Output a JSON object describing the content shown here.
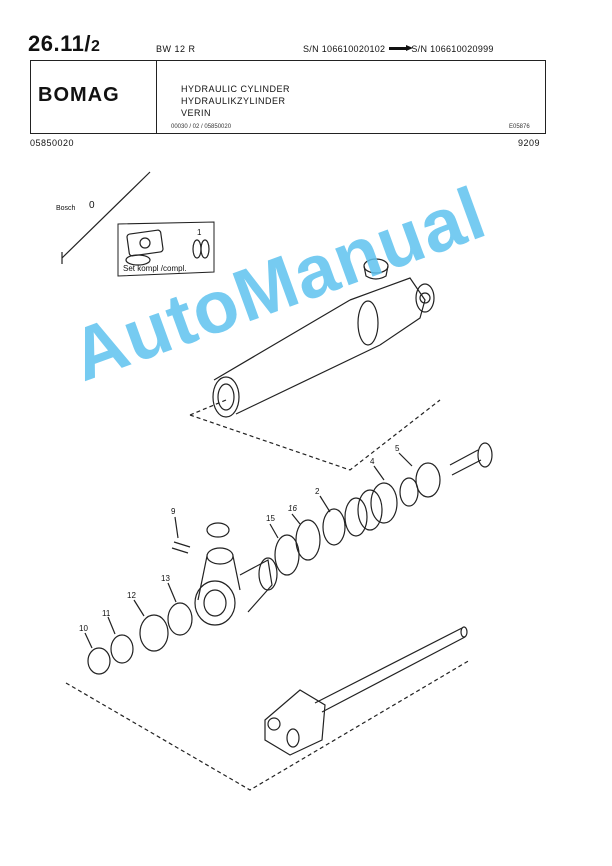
{
  "page_number": "26.11/",
  "page_number_sub": "2",
  "model": "BW 12 R",
  "serial_from": "S/N 106610020102",
  "serial_to": "S/N 106610020999",
  "brand": "BOMAG",
  "titles": [
    "HYDRAULIC CYLINDER",
    "HYDRAULIKZYLINDER",
    "VERIN"
  ],
  "ref_code": "00030 / 02 / 05850020",
  "drawing_code": "E05876",
  "doc_number": "05850020",
  "date_code": "9209",
  "bosch_label": "Bosch",
  "bosch_value": "0",
  "set_label": "Set kompl /compl.",
  "set_item": "1",
  "parts": [
    "2",
    "4",
    "5",
    "9",
    "10",
    "11",
    "12",
    "13",
    "15",
    "16"
  ],
  "watermark": "AutoManual"
}
